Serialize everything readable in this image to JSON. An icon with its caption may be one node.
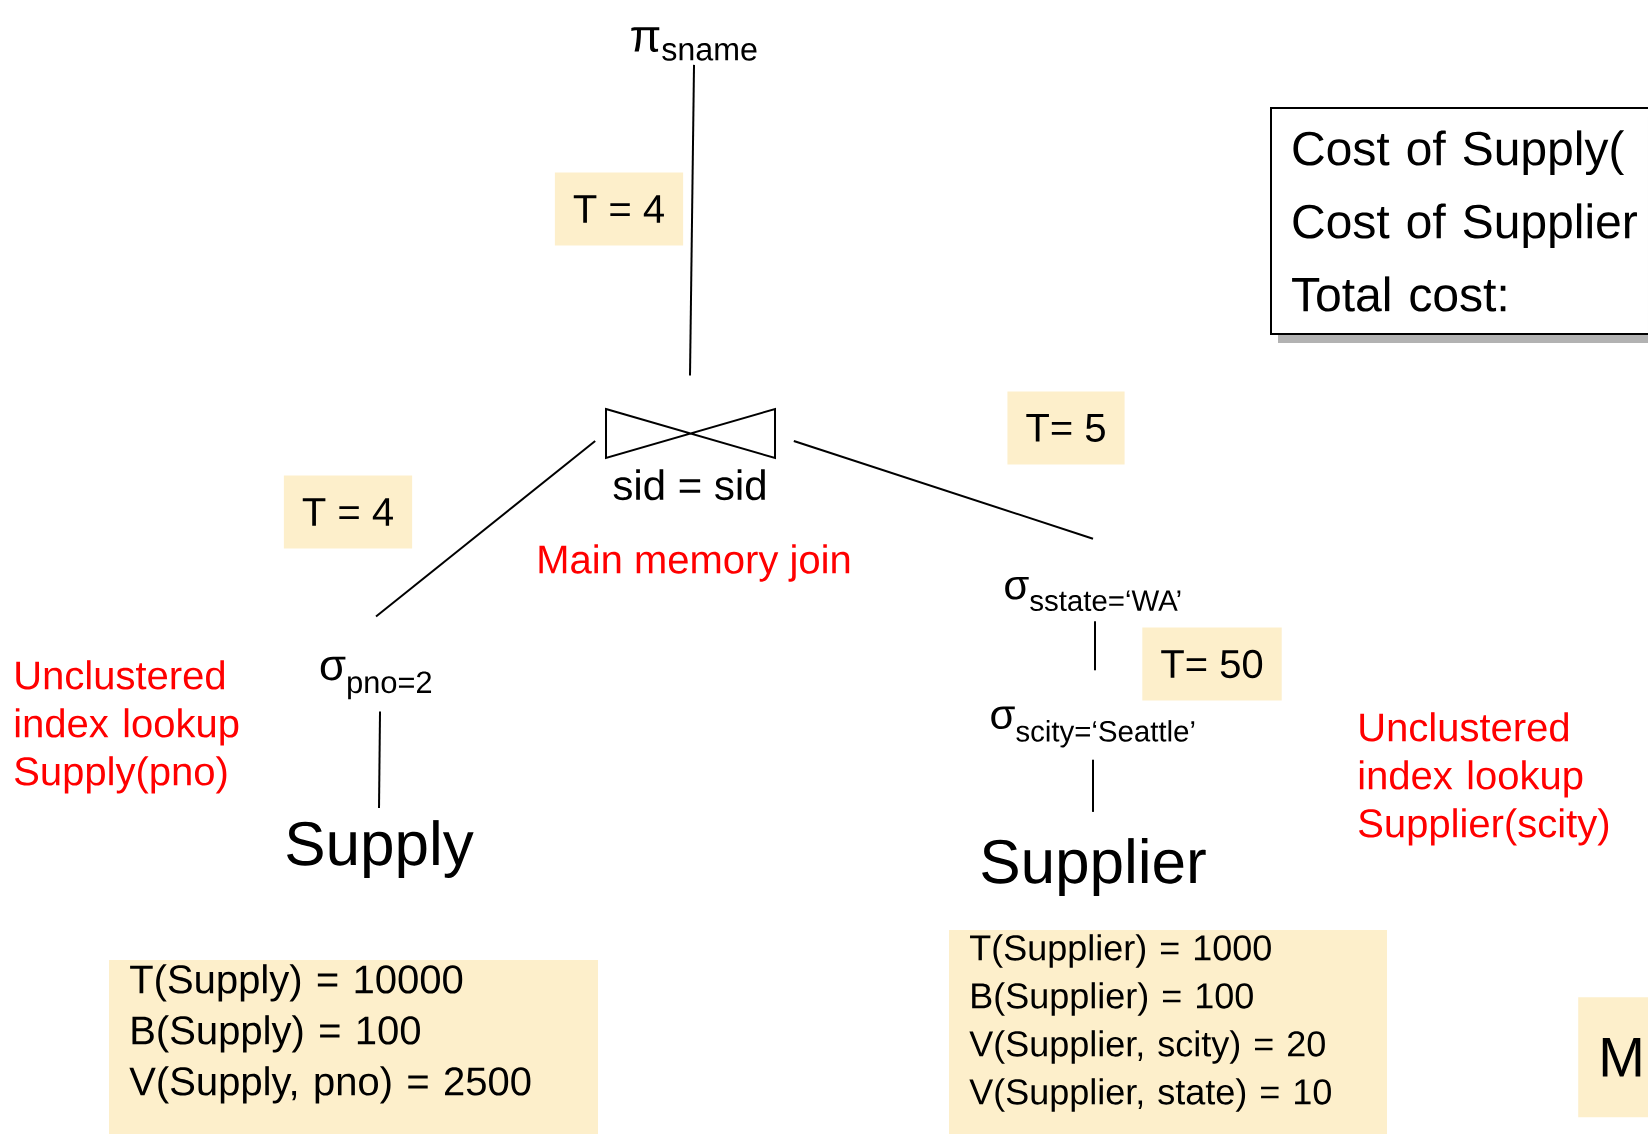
{
  "diagram": {
    "nodes": [
      {
        "text": [
          "\\text{π}_{\\text{sname}}"
        ]
      },
      {
        "text": [
          "sid = sid"
        ],
        "beside": [
          "Main memory join"
        ]
      },
      {
        "text": [
          "\\text{σ}_{\\text{pno=2}}"
        ],
        "beside": [
          "Unclustered index lookup Supply(pno)"
        ]
      },
      {
        "text": [
          "Supply"
        ]
      },
      {
        "text": [
          "\\text{σ}_{\\text{sstate=‘WA’}}"
        ]
      },
      {
        "text": [
          "\\text{σ}_{\\text{scity=‘Seattle’}}"
        ]
      },
      {
        "text": [
          "Supplier"
        ]
      },
      {
        "text": [
          "T(Supply) = 10000",
          "B(Supply) = 100",
          "V(Supply, pno) = 2500"
        ]
      },
      {
        "text": [
          "T(Supplier) = 1000",
          "B(Supplier) = 100",
          "V(Supplier, scity) = 20",
          "V(Supplier, state) = 10"
        ]
      },
      {
        "text": [
          "Cost of Supply(",
          "Cost of Supplier",
          "Total cost:"
        ]
      },
      {
        "text": [
          "M"
        ]
      }
    ],
    "edges": [
      {
        "from": 0,
        "to": 1,
        "arrow": "none",
        "label": "T = 4"
      },
      {
        "from": 1,
        "to": 2,
        "arrow": "none",
        "label": "T = 4"
      },
      {
        "from": 1,
        "to": 4,
        "arrow": "none",
        "label": "T= 5"
      },
      {
        "from": 2,
        "to": 3,
        "arrow": "none"
      },
      {
        "from": 4,
        "to": 5,
        "arrow": "none",
        "label": "T= 50"
      },
      {
        "from": 5,
        "to": 6,
        "arrow": "none"
      }
    ],
    "labels": [
      "Unclustered index lookup Supplier(scity)"
    ]
  }
}
